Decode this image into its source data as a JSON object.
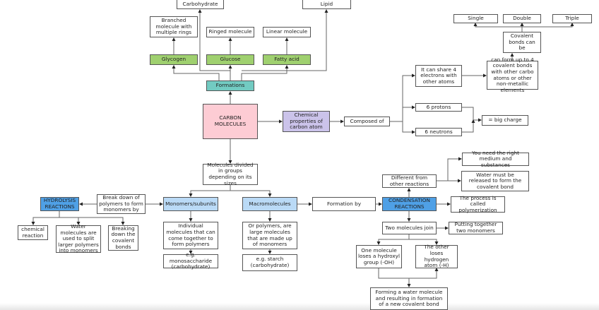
{
  "nodes": {
    "carbohydrate": "Carbohydrate",
    "lipid": "Lipid",
    "branched": "Branched molecule with multiple rings",
    "ringed": "Ringed molecule",
    "linear": "Linear molecule",
    "glycogen": "Glycogen",
    "glucose": "Glucose",
    "fatty_acid": "Fatty acid",
    "formations": "Formations",
    "carbon": "CARBON MOLECULES",
    "chemical": "Chemical properties of carbon atom",
    "composed": "Composed of",
    "share": "It can share 4 electrons with other atoms",
    "form_up": "can form up to 4 covalent bonds with other carbo atoms or other non-metallic elements",
    "covalent": "Covalent bonds can be",
    "single": "Single",
    "double": "Double",
    "triple": "Triple",
    "protons": "6 protons",
    "neutrons": "6 neutrons",
    "charge": "= big charge",
    "divided": "Molecules divided in groups depending on its sizes",
    "hydrolysis": "HYDROLYSIS REACTIONS",
    "breakdown": "Break down of polymers to form monomers by",
    "monomers": "Monomers/subunits",
    "macro": "Macromolecules",
    "formation_by": "Formation by",
    "condensation": "CONDENSATION REACTIONS",
    "different": "Different from other reactions",
    "right_medium": "You need the right medium and substances",
    "water_released": "Water must be released to form the covalent bond",
    "process": "The process is called polymerization",
    "two_join": "Two molecules join",
    "putting": "Putting together two monomers",
    "one_loses": "One molecule loses a hydroxyl group (-OH)",
    "other_loses": "The other loses hydrogen atom (-H)",
    "forming_water": "Forming a water molecule and resulting in formation of a new covalent bond",
    "chem_reaction": "chemical reaction",
    "water_split": "Water molecules are used to split larger polymers into monomers",
    "breaking": "Breaking down the covalent bonds",
    "individual": "Individual molecules that can come together to form polymers",
    "eg_mono": "e.g. monosaccharide (carbohydrate)",
    "or_polymers": "Or polymers, are large molecules that are made up of monomers",
    "eg_starch": "e.g. starch (carbohydrate)"
  },
  "colors": {
    "formation_nodes": "#9fd06f",
    "formations": "#72cbc2",
    "carbon_molecules": "#fdccd4",
    "chemical_properties": "#cbc3ea",
    "molecule_groups": "#badaf6",
    "reactions": "#4fa0e6"
  }
}
